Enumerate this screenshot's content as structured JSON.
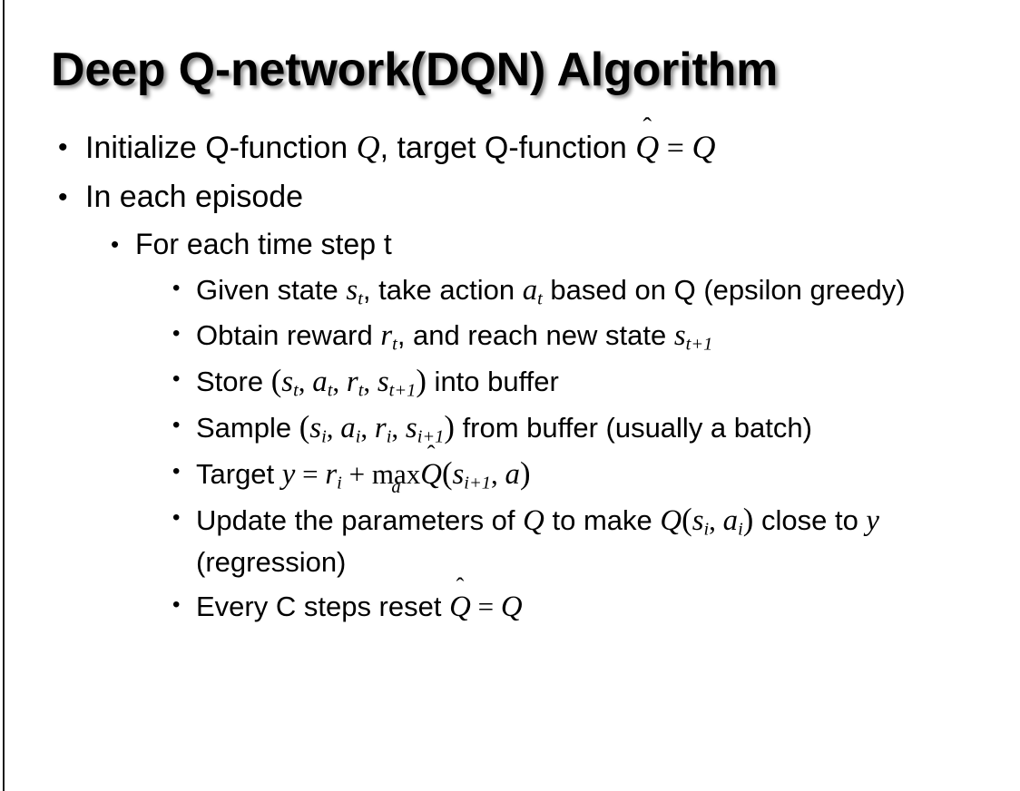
{
  "slide": {
    "title": "Deep Q-network(DQN) Algorithm",
    "background_color": "#ffffff",
    "text_color": "#000000",
    "left_border_color": "#1b1b1b"
  },
  "bullets": {
    "initialize": {
      "prefix": "Initialize Q-function ",
      "q1": "Q",
      "mid": ", target Q-function ",
      "qhat": "Q",
      "hat": "̂",
      "eq": " = ",
      "q2": "Q"
    },
    "in_each_episode": {
      "text": "In each episode"
    },
    "for_each_time_step": {
      "text": "For each time step t"
    },
    "given_state": {
      "p1": "Given state ",
      "s": "s",
      "s_sub": "t",
      "p2": ", take action ",
      "a": "a",
      "a_sub": "t",
      "p3": " based on Q (epsilon greedy)"
    },
    "obtain_reward": {
      "p1": "Obtain reward ",
      "r": "r",
      "r_sub": "t",
      "p2": ", and reach new state ",
      "s": "s",
      "s_sub": "t+1"
    },
    "store": {
      "p1": "Store ",
      "open": "(",
      "s": "s",
      "s_sub": "t",
      "c1": ", ",
      "a": "a",
      "a_sub": "t",
      "c2": ", ",
      "r": "r",
      "r_sub": "t",
      "c3": ", ",
      "s2": "s",
      "s2_sub": "t+1",
      "close": ")",
      "p2": " into buffer"
    },
    "sample": {
      "p1": "Sample ",
      "open": "(",
      "s": "s",
      "s_sub": "i",
      "c1": ", ",
      "a": "a",
      "a_sub": "i",
      "c2": ", ",
      "r": "r",
      "r_sub": "i",
      "c3": ", ",
      "s2": "s",
      "s2_sub": "i+1",
      "close": ")",
      "p2": " from buffer (usually a batch)"
    },
    "target": {
      "p1": "Target ",
      "y": "y",
      "eq": " = ",
      "r": "r",
      "r_sub": "i",
      "plus": " + ",
      "max": "max",
      "max_under": "a",
      "qhat": "Q",
      "hat": "̂",
      "open": "(",
      "s": "s",
      "s_sub": "i+1",
      "comma": ", ",
      "a": "a",
      "close": ")"
    },
    "update": {
      "p1": "Update the parameters of ",
      "q1": "Q",
      "p2": " to make ",
      "q2": "Q",
      "open": "(",
      "s": "s",
      "s_sub": "i",
      "comma": ", ",
      "a": "a",
      "a_sub": "i",
      "close": ")",
      "p3": " close to ",
      "y": "y",
      "p4": " (regression)"
    },
    "reset": {
      "p1": "Every C steps reset ",
      "qhat": "Q",
      "hat": "̂",
      "eq": " = ",
      "q": "Q"
    }
  },
  "bullet_glyph": "•"
}
